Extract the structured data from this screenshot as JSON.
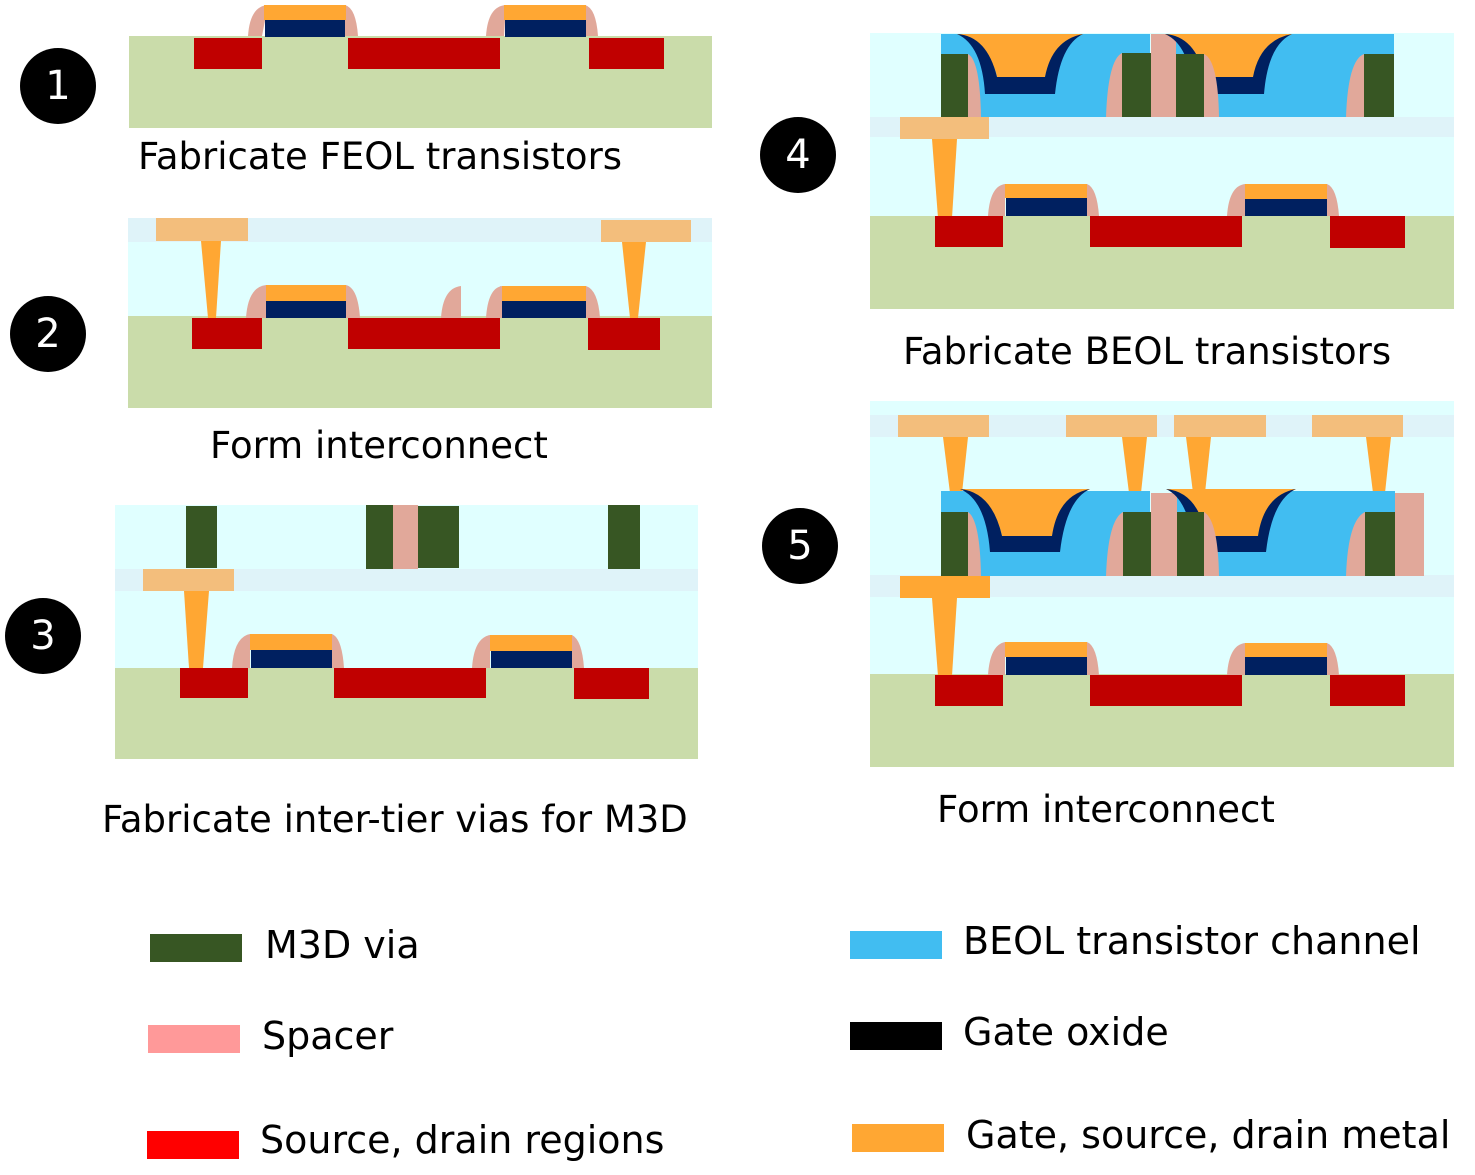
{
  "colors": {
    "substrate": "#cadcaa",
    "dielectric": "#e0ffff",
    "dielectric_band": "#dff3f9",
    "source_drain": "#c00000",
    "gate_oxide_fill": "#002060",
    "gate_metal": "#ffa733",
    "interconnect_pad": "#f3be7c",
    "spacer": "#e1a89a",
    "m3d_via": "#375623",
    "beol_channel": "#41bdf1"
  },
  "steps": [
    {
      "number": "1",
      "caption": "Fabricate FEOL transistors"
    },
    {
      "number": "2",
      "caption": "Form interconnect"
    },
    {
      "number": "3",
      "caption": "Fabricate inter-tier vias for M3D"
    },
    {
      "number": "4",
      "caption": "Fabricate BEOL transistors"
    },
    {
      "number": "5",
      "caption": "Form interconnect"
    }
  ],
  "legend": [
    {
      "label": "M3D via",
      "color": "#375623"
    },
    {
      "label": "Spacer",
      "color": "#ff9999"
    },
    {
      "label": "Source, drain regions",
      "color": "#ff0000"
    },
    {
      "label": "BEOL transistor channel",
      "color": "#41bdf1"
    },
    {
      "label": "Gate oxide",
      "color": "#000000"
    },
    {
      "label": "Gate, source, drain metal",
      "color": "#ffa733"
    }
  ]
}
